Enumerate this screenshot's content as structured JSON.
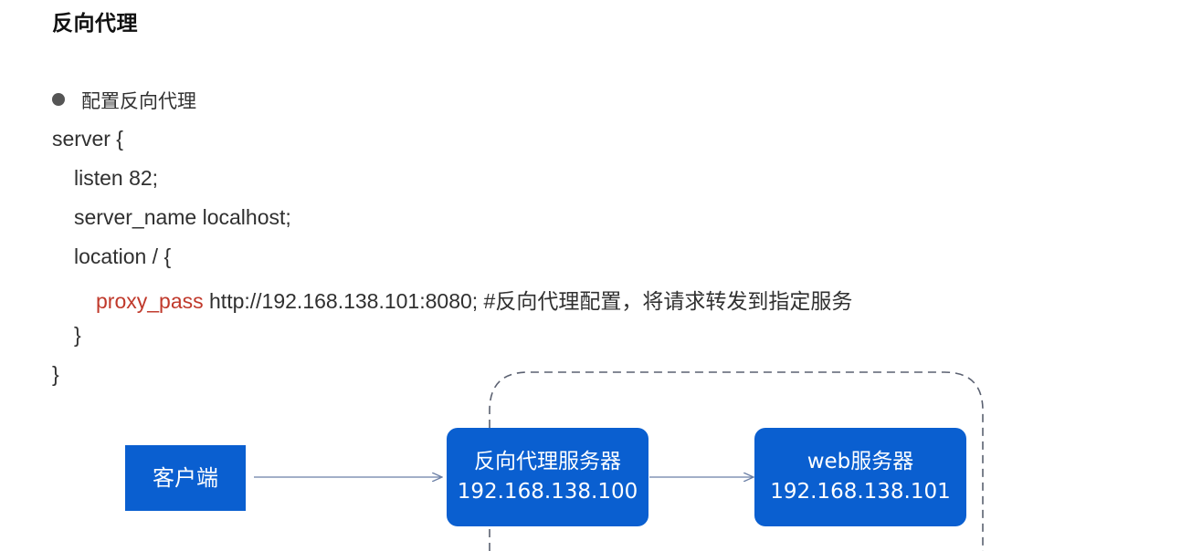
{
  "heading": "反向代理",
  "bullet": "配置反向代理",
  "code": {
    "line1": "server {",
    "line2": "listen 82;",
    "line3": "server_name localhost;",
    "line4": "location / {",
    "line5_directive": "proxy_pass",
    "line5_rest": " http://192.168.138.101:8080; #反向代理配置，将请求转发到指定服务",
    "line6": "}",
    "line7": "}"
  },
  "diagram": {
    "client_label": "客户端",
    "proxy_label": "反向代理服务器",
    "proxy_ip": "192.168.138.100",
    "web_label": "web服务器",
    "web_ip": "192.168.138.101"
  },
  "colors": {
    "box_blue": "#0a5fd0",
    "directive_red": "#c0392b",
    "arrow": "#6b7fa6",
    "dashed_border": "#5a6070"
  }
}
